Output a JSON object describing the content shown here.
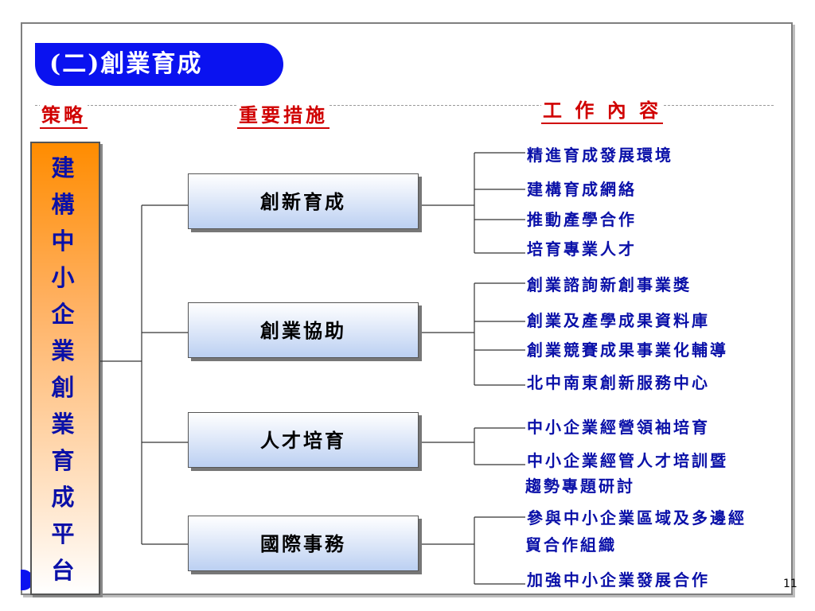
{
  "title": "(二)創業育成",
  "headers": {
    "strategy": "策略",
    "measures": "重要措施",
    "work": "工 作 內 容"
  },
  "strategy": [
    "建",
    "構",
    "中",
    "小",
    "企",
    "業",
    "創",
    "業",
    "育",
    "成",
    "平",
    "台"
  ],
  "groups": [
    {
      "measure": "創新育成",
      "items": [
        "精進育成發展環境",
        "建構育成網絡",
        "推動產學合作",
        "培育專業人才"
      ]
    },
    {
      "measure": "創業協助",
      "items": [
        "創業諮詢新創事業獎",
        "創業及產學成果資料庫",
        "創業競賽成果事業化輔導",
        "北中南東創新服務中心"
      ]
    },
    {
      "measure": "人才培育",
      "items": [
        "中小企業經營領袖培育",
        "中小企業經管人才培訓暨",
        "趨勢專題研討"
      ]
    },
    {
      "measure": "國際事務",
      "items": [
        "參與中小企業區域及多邊經",
        "貿合作組織",
        "加強中小企業發展合作"
      ]
    }
  ],
  "page_number": "11"
}
